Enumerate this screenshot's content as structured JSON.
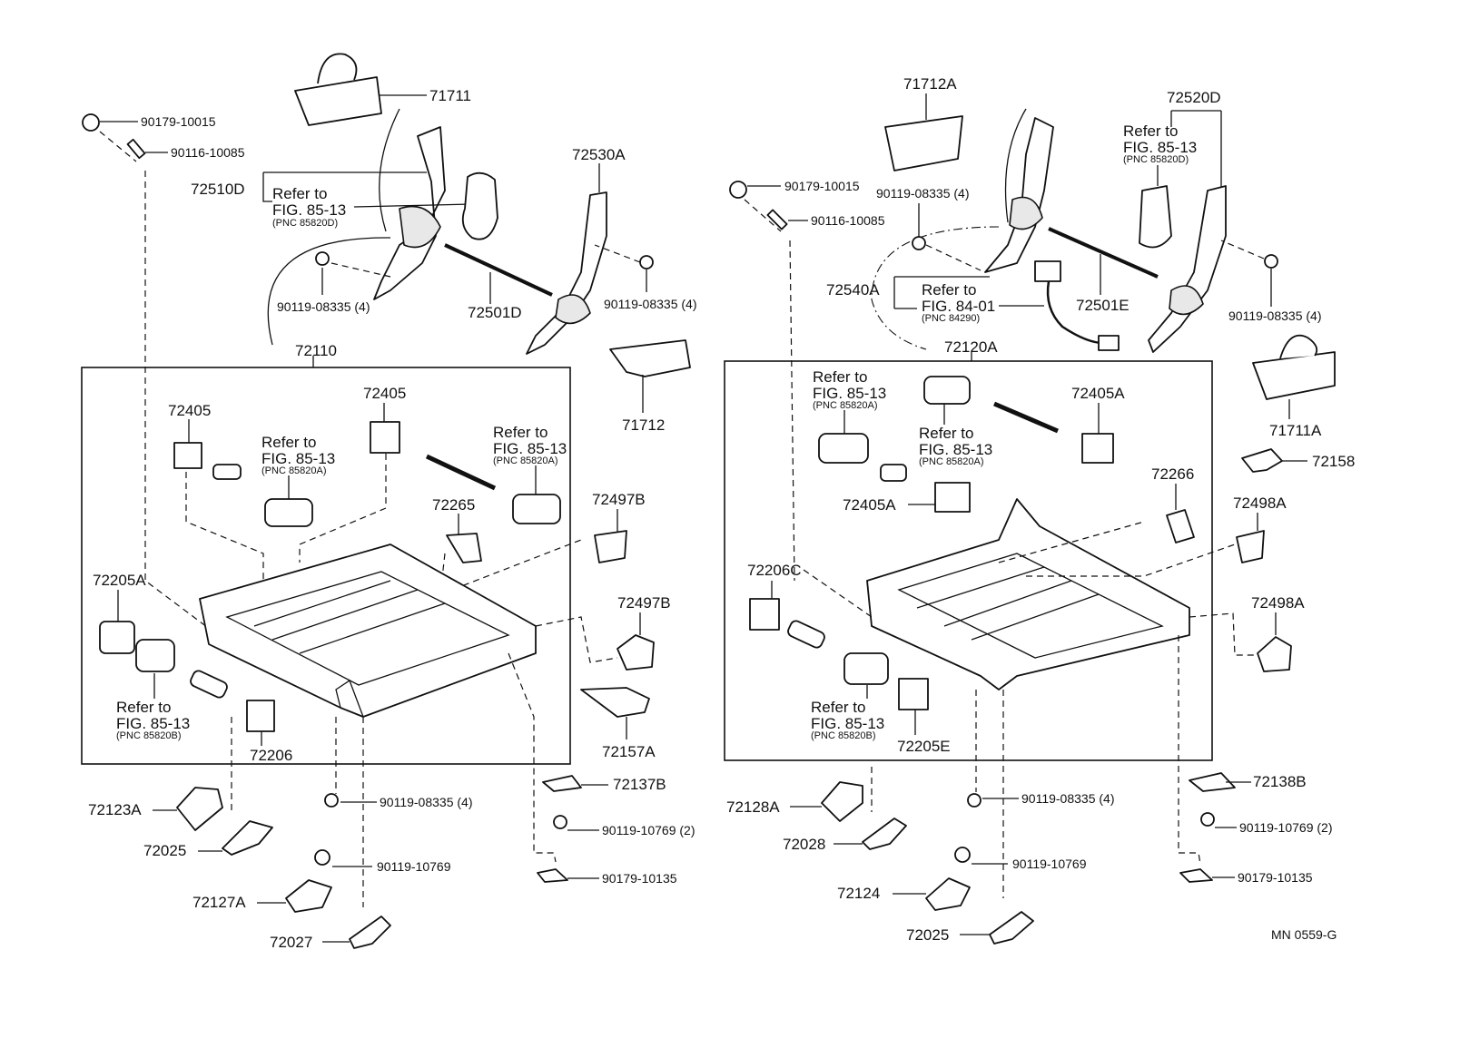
{
  "diagram": {
    "code": "MN 0559-G",
    "boxes": {
      "left": "72110",
      "right": "72120A"
    },
    "labels": {
      "l_71711": "71711",
      "l_90179_10015": "90179-10015",
      "l_90116_10085": "90116-10085",
      "l_72510D": "72510D",
      "l_90119_08335_4_a": "90119-08335 (4)",
      "l_72501D": "72501D",
      "l_72530A": "72530A",
      "l_90119_08335_4_b": "90119-08335 (4)",
      "l_71712": "71712",
      "l_72405_a": "72405",
      "l_72405_b": "72405",
      "l_72265": "72265",
      "l_72497B_a": "72497B",
      "l_72497B_b": "72497B",
      "l_72205A": "72205A",
      "l_72206": "72206",
      "l_72157A": "72157A",
      "l_72137B": "72137B",
      "l_90119_10769_2_a": "90119-10769 (2)",
      "l_90179_10135_a": "90179-10135",
      "l_90119_08335_4_c": "90119-08335 (4)",
      "l_90119_10769_a": "90119-10769",
      "l_72123A": "72123A",
      "l_72025_a": "72025",
      "l_72127A": "72127A",
      "l_72027": "72027",
      "l_71712A": "71712A",
      "l_72520D": "72520D",
      "l_90179_10015_b": "90179-10015",
      "l_90119_08335_4_d": "90119-08335 (4)",
      "l_90116_10085_b": "90116-10085",
      "l_72540A": "72540A",
      "l_72501E": "72501E",
      "l_90119_08335_4_e": "90119-08335 (4)",
      "l_71711A": "71711A",
      "l_72158": "72158",
      "l_72405A_a": "72405A",
      "l_72405A_b": "72405A",
      "l_72266": "72266",
      "l_72498A_a": "72498A",
      "l_72498A_b": "72498A",
      "l_72206C": "72206C",
      "l_72205E": "72205E",
      "l_72138B": "72138B",
      "l_90119_10769_2_b": "90119-10769 (2)",
      "l_90179_10135_b": "90179-10135",
      "l_90119_08335_4_f": "90119-08335 (4)",
      "l_90119_10769_b": "90119-10769",
      "l_72128A": "72128A",
      "l_72028": "72028",
      "l_72124": "72124",
      "l_72025_b": "72025"
    },
    "refs": {
      "refer_to": "Refer to",
      "fig_85_13": "FIG. 85-13",
      "fig_84_01": "FIG. 84-01",
      "pnc_85820D": "(PNC 85820D)",
      "pnc_85820A": "(PNC 85820A)",
      "pnc_85820B": "(PNC 85820B)",
      "pnc_84290": "(PNC 84290)"
    }
  }
}
